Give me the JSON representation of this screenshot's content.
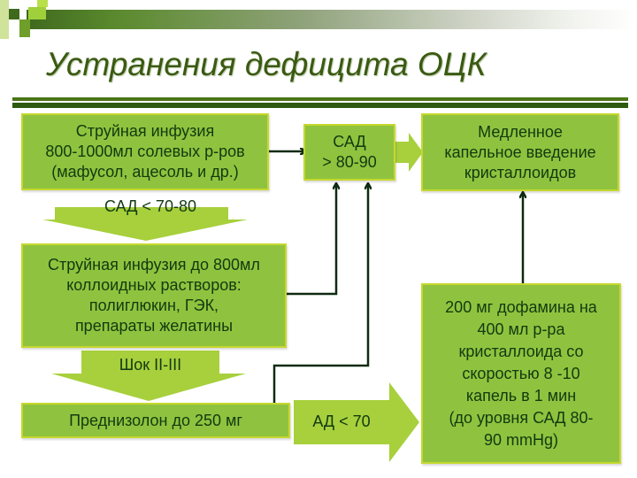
{
  "slide": {
    "title": "Устранения дефицита ОЦК",
    "colors": {
      "box_fill": "#8fc33f",
      "box_border": "#c6d82e",
      "text": "#123a10",
      "title": "#3a5a12",
      "rule": "#2e5a10",
      "connector": "#0f2a10"
    }
  },
  "nodes": {
    "jet_saline": "Струйная инфузия\n800-1000мл солевых р-ров\n(мафусол, ацесоль и др.)",
    "sad_high": "САД\n> 80-90",
    "slow_drip": "Медленное\nкапельное введение\nкристаллоидов",
    "jet_colloid": "Струйная инфузия до 800мл\nколлоидных растворов:\nполиглюкин, ГЭК,\nпрепараты желатины",
    "prednisolone": "Преднизолон до 250 мг",
    "dopamine": "200 мг дофамина на\n400 мл р-ра\nкристаллоида со\nскоростью 8 -10\nкапель в 1 мин\n(до уровня САД 80-\n90 mmHg)"
  },
  "arrow_labels": {
    "sad_low": "САД < 70-80",
    "shock": "Шок II-III",
    "ad_low": "АД < 70"
  }
}
